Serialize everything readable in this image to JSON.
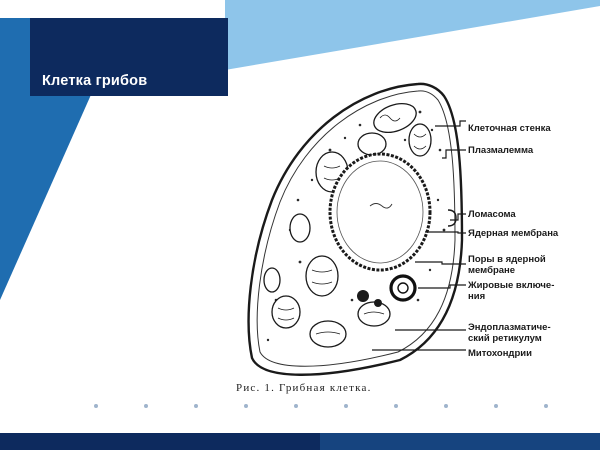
{
  "slide": {
    "title": "Клетка грибов",
    "colors": {
      "dark_blue": "#0d2a5e",
      "mid_blue": "#1f6db0",
      "light_blue": "#8ec5ea",
      "white": "#ffffff"
    }
  },
  "figure": {
    "caption": "Рис. 1. Грибная клетка.",
    "labels": {
      "wall": "Клеточная стенка",
      "plasmalemma": "Плазмалемма",
      "lomasome": "Ломасома",
      "nuclear_membrane": "Ядерная мембрана",
      "pores_1": "Поры в ядерной",
      "pores_2": "мембране",
      "lipid_1": "Жировые включе-",
      "lipid_2": "ния",
      "er_1": "Эндоплазматиче-",
      "er_2": "ский ретикулум",
      "mito": "Митохондрии"
    }
  }
}
